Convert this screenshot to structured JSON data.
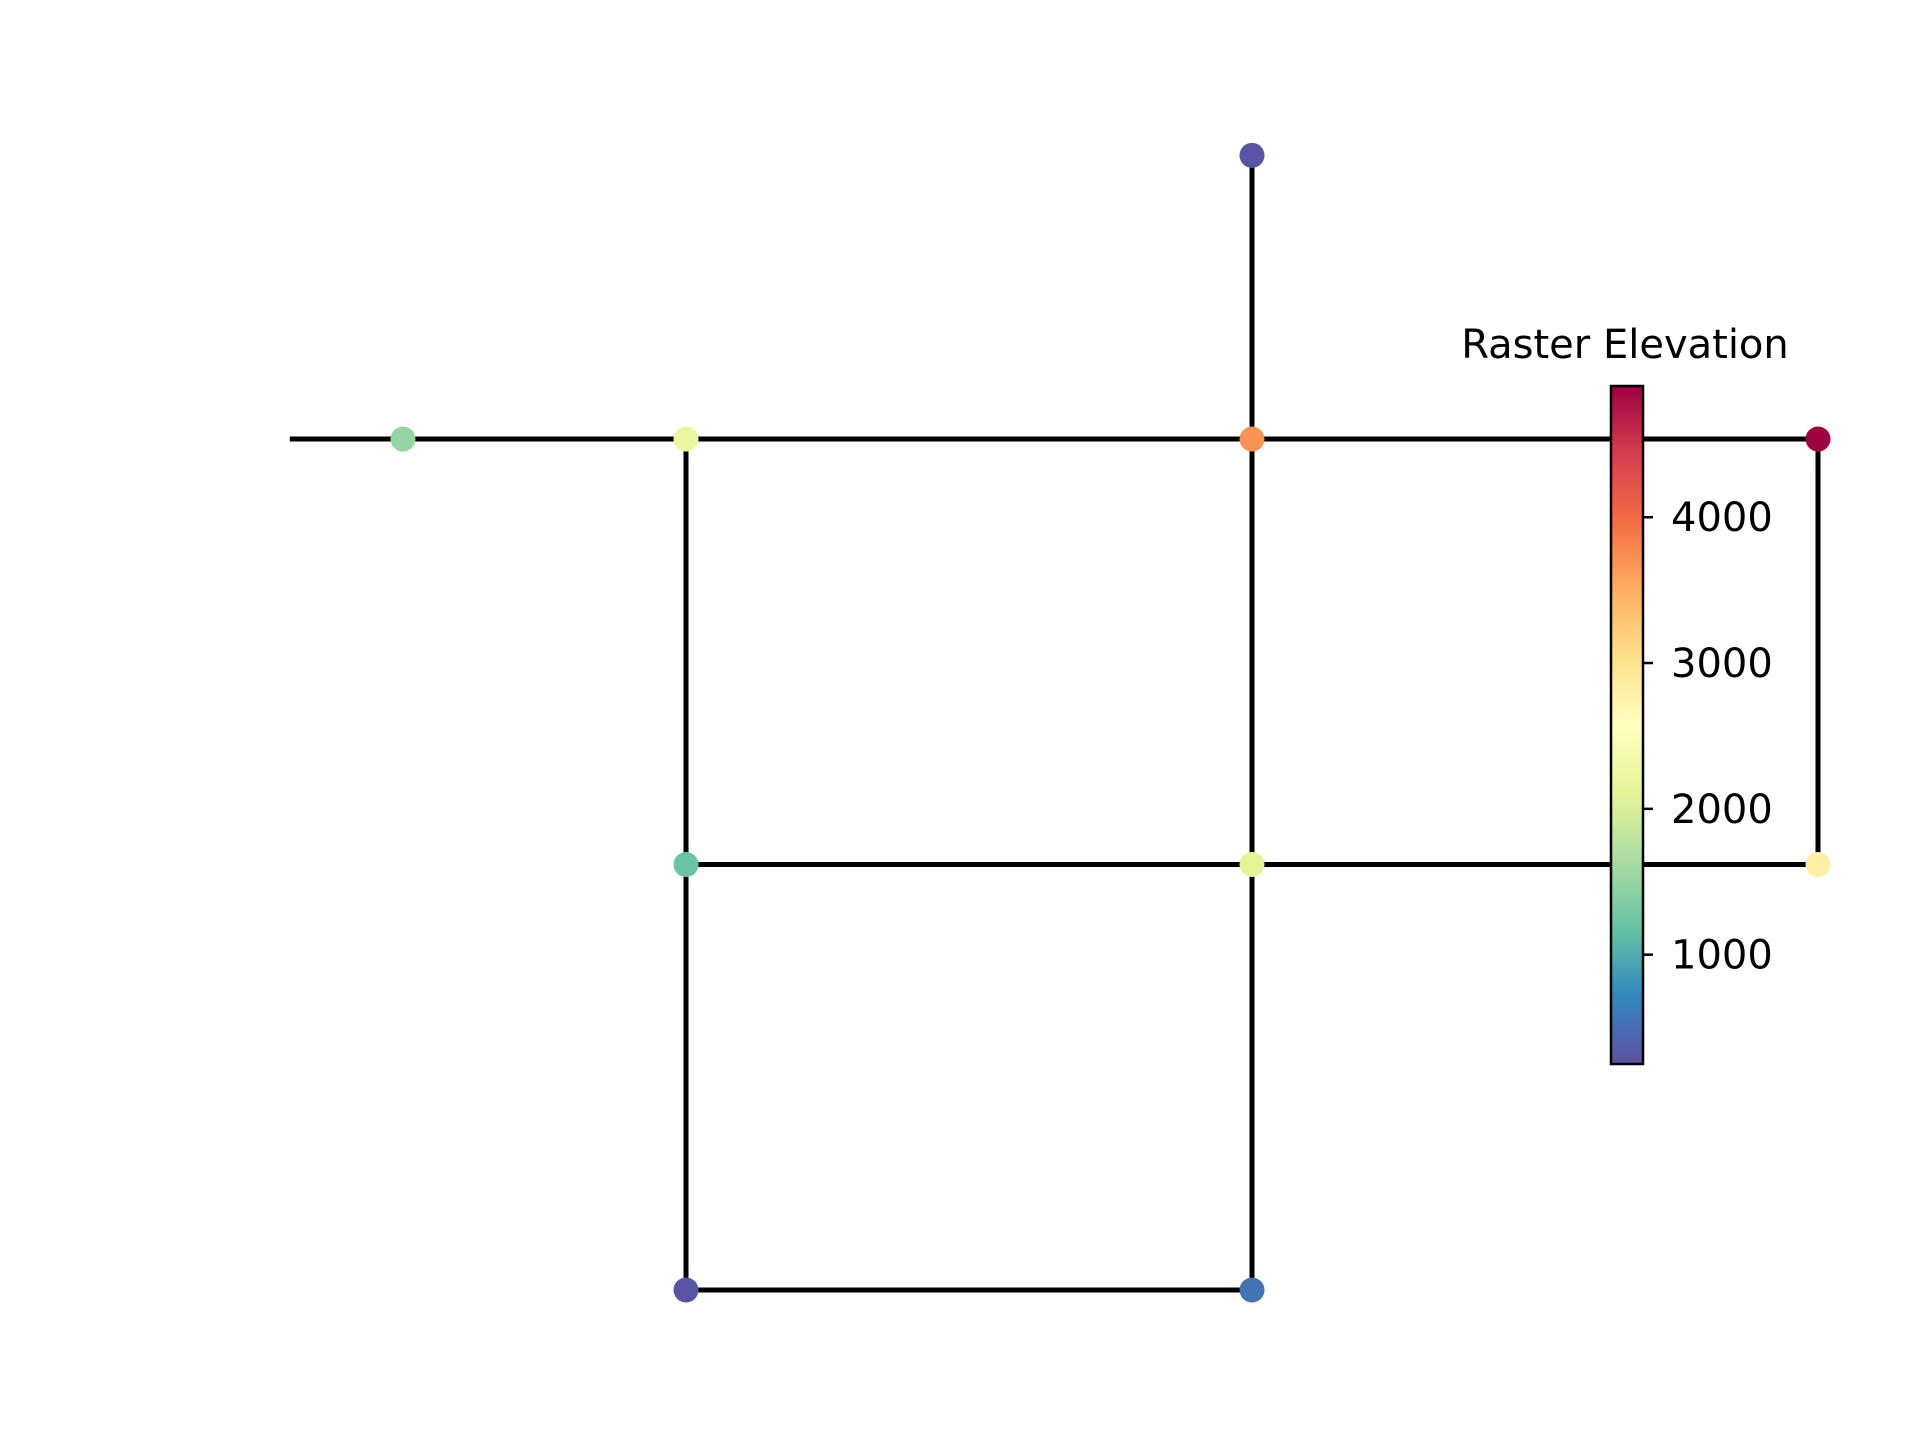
{
  "chart_data": {
    "type": "scatter",
    "title": "",
    "xlabel": "",
    "ylabel": "",
    "grid": false,
    "axes_visible": false,
    "xlim": [
      -0.5,
      6.0
    ],
    "ylim": [
      -0.2,
      8.2
    ],
    "edges": [
      {
        "from": [
          -0.4,
          6.0
        ],
        "to": [
          0.0,
          6.0
        ]
      },
      {
        "from": [
          0.0,
          6.0
        ],
        "to": [
          1.0,
          6.0
        ]
      },
      {
        "from": [
          1.0,
          6.0
        ],
        "to": [
          3.0,
          6.0
        ]
      },
      {
        "from": [
          3.0,
          6.0
        ],
        "to": [
          5.0,
          6.0
        ]
      },
      {
        "from": [
          3.0,
          8.0
        ],
        "to": [
          3.0,
          6.0
        ]
      },
      {
        "from": [
          5.0,
          6.0
        ],
        "to": [
          5.0,
          3.0
        ]
      },
      {
        "from": [
          1.0,
          6.0
        ],
        "to": [
          1.0,
          3.0
        ]
      },
      {
        "from": [
          3.0,
          6.0
        ],
        "to": [
          3.0,
          3.0
        ]
      },
      {
        "from": [
          1.0,
          3.0
        ],
        "to": [
          3.0,
          3.0
        ]
      },
      {
        "from": [
          3.0,
          3.0
        ],
        "to": [
          5.0,
          3.0
        ]
      },
      {
        "from": [
          1.0,
          3.0
        ],
        "to": [
          1.0,
          0.0
        ]
      },
      {
        "from": [
          3.0,
          3.0
        ],
        "to": [
          3.0,
          0.0
        ]
      },
      {
        "from": [
          1.0,
          0.0
        ],
        "to": [
          3.0,
          0.0
        ]
      }
    ],
    "nodes": [
      {
        "x": 3.0,
        "y": 8.0,
        "elevation": 300
      },
      {
        "x": 0.0,
        "y": 6.0,
        "elevation": 1500
      },
      {
        "x": 1.0,
        "y": 6.0,
        "elevation": 2200
      },
      {
        "x": 3.0,
        "y": 6.0,
        "elevation": 3700
      },
      {
        "x": 5.0,
        "y": 6.0,
        "elevation": 4900
      },
      {
        "x": 1.0,
        "y": 3.0,
        "elevation": 1200
      },
      {
        "x": 3.0,
        "y": 3.0,
        "elevation": 2100
      },
      {
        "x": 5.0,
        "y": 3.0,
        "elevation": 2800
      },
      {
        "x": 1.0,
        "y": 0.0,
        "elevation": 300
      },
      {
        "x": 3.0,
        "y": 0.0,
        "elevation": 550
      }
    ],
    "colorbar": {
      "label": "Raster Elevation",
      "colormap": "Spectral_r",
      "min": 250,
      "max": 4900,
      "ticks": [
        1000,
        2000,
        3000,
        4000
      ],
      "tick_labels": [
        "1000",
        "2000",
        "3000",
        "4000"
      ]
    },
    "colormap_stops": [
      "#5e4fa2",
      "#3288bd",
      "#66c2a5",
      "#abdda4",
      "#e6f598",
      "#ffffbf",
      "#fee08b",
      "#fdae61",
      "#f46d43",
      "#d53e4f",
      "#9e0142"
    ]
  }
}
